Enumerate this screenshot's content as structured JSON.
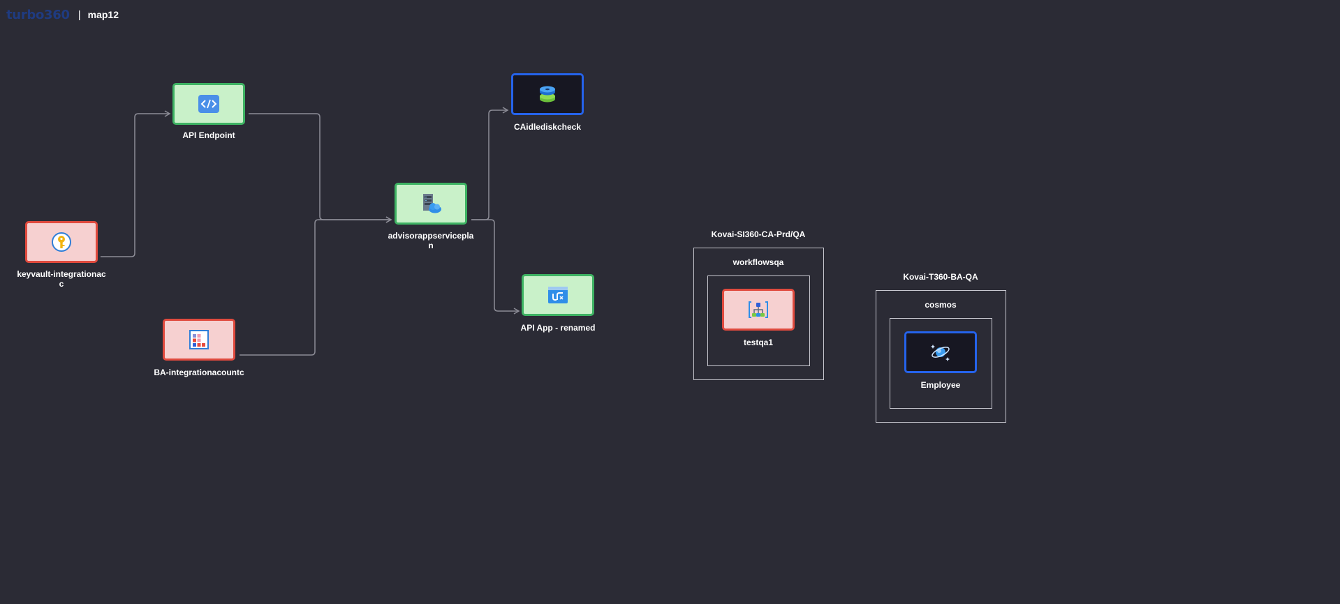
{
  "header": {
    "logo_text": "turbo360",
    "separator": "|",
    "map_name": "map12"
  },
  "nodes": {
    "api_endpoint": {
      "label": "API Endpoint",
      "icon": "api-code-icon",
      "status": "green"
    },
    "keyvault": {
      "label": "keyvault-integrationacc",
      "icon": "key-vault-icon",
      "status": "red"
    },
    "ba_integration": {
      "label": "BA-integrationacountc",
      "icon": "integration-account-icon",
      "status": "red"
    },
    "advisor_plan": {
      "label": "advisorappserviceplan",
      "icon": "app-service-plan-icon",
      "status": "green"
    },
    "caidledisk": {
      "label": "CAidlediskcheck",
      "icon": "disk-stack-icon",
      "status": "none"
    },
    "api_app": {
      "label": "API App - renamed",
      "icon": "api-app-icon",
      "status": "green"
    },
    "testqa1": {
      "label": "testqa1",
      "icon": "logic-app-icon",
      "status": "red"
    },
    "employee": {
      "label": "Employee",
      "icon": "cosmos-db-icon",
      "status": "none"
    }
  },
  "groups": {
    "kovai_si360": {
      "label": "Kovai-SI360-CA-Prd/QA"
    },
    "workflowsqa": {
      "label": "workflowsqa"
    },
    "kovai_t360": {
      "label": "Kovai-T360-BA-QA"
    },
    "cosmos": {
      "label": "cosmos"
    }
  },
  "colors": {
    "background": "#2b2b35",
    "healthy_fill": "#c9f1c9",
    "healthy_border": "#3eb363",
    "error_fill": "#f6d0d0",
    "error_border": "#e04a3e",
    "unknown_fill": "#171722",
    "unknown_border": "#2563eb",
    "connector": "#8c8c96"
  },
  "connections": [
    {
      "from": "keyvault",
      "to": "api_endpoint"
    },
    {
      "from": "api_endpoint",
      "to": "advisor_plan"
    },
    {
      "from": "ba_integration",
      "to": "advisor_plan"
    },
    {
      "from": "advisor_plan",
      "to": "caidledisk"
    },
    {
      "from": "advisor_plan",
      "to": "api_app"
    }
  ]
}
